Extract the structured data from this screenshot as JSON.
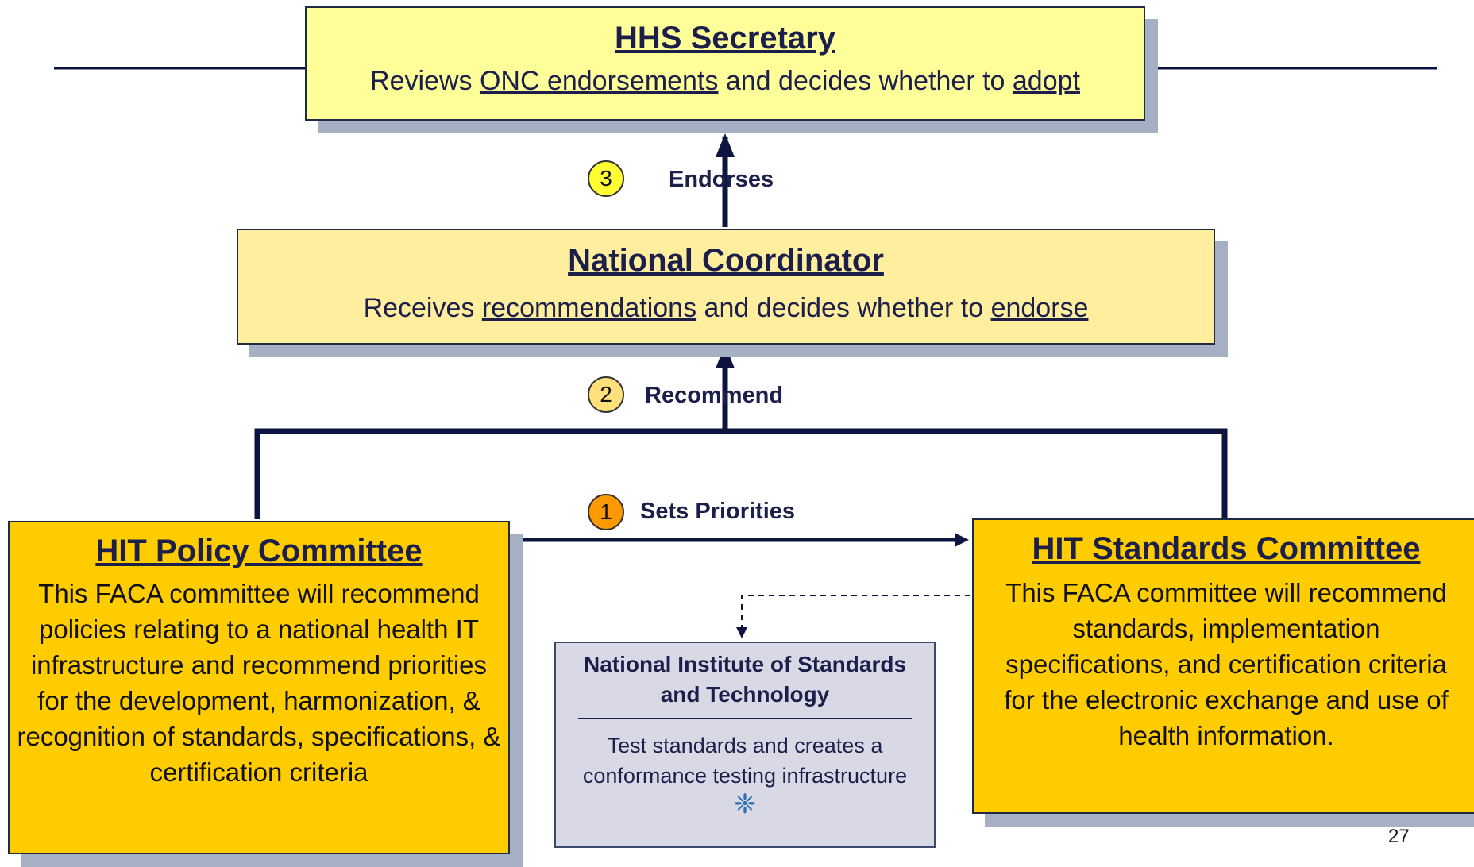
{
  "hhs": {
    "title": "HHS Secretary",
    "desc_pre": "Reviews ",
    "desc_link1": "ONC endorsements",
    "desc_mid": " and decides whether to ",
    "desc_link2": "adopt"
  },
  "coordinator": {
    "title": "National Coordinator",
    "desc_pre": "Receives ",
    "desc_link1": "recommendations",
    "desc_mid": " and decides whether to ",
    "desc_link2": "endorse"
  },
  "policy_committee": {
    "title": "HIT Policy Committee",
    "description": "This FACA committee will recommend policies relating to a national health IT infrastructure and recommend priorities for the development, harmonization, & recognition of standards, specifications, & certification criteria"
  },
  "standards_committee": {
    "title": "HIT Standards Committee",
    "description": "This FACA committee will recommend standards, implementation specifications, and certification criteria for the electronic exchange and use of health information."
  },
  "nist": {
    "title": "National Institute of Standards and Technology",
    "description": "Test standards and creates a conformance testing infrastructure",
    "logo_icon": "snowflake-logo-icon"
  },
  "steps": [
    {
      "number": "1",
      "label": "Sets Priorities",
      "color": "#ff9900"
    },
    {
      "number": "2",
      "label": "Recommend",
      "color": "#ffe07a"
    },
    {
      "number": "3",
      "label": "Endorses",
      "color": "#ffff33"
    }
  ],
  "page_number": "27",
  "colors": {
    "line": "#0d1440",
    "yellow_box": "#ffff9a",
    "coordinator_box": "#ffee9e",
    "committee_box": "#ffcc00",
    "nist_box": "#d9d9e6"
  }
}
